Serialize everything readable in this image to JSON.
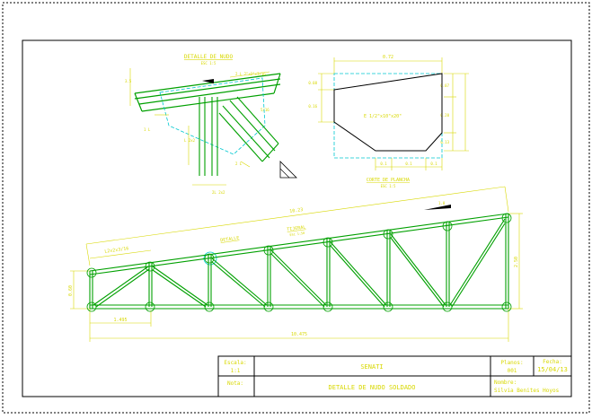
{
  "colors": {
    "background": "#ffffff",
    "paper_line": "#000000",
    "frame": "#000000",
    "member": "#00a000",
    "dimension": "#d8d800",
    "cyan": "#00c8d0",
    "annotation_text": "#d8d800"
  },
  "detail_nudo": {
    "title": "DETALLE DE NUDO",
    "scale": "ESC 1:5",
    "top_label": "2 L 2\"x2\"x3/16",
    "labels": [
      "3.5",
      "1 L",
      "L 2x2",
      "5/16",
      "2 L"
    ],
    "bottom_label": "2L 2x2"
  },
  "corte_plancha": {
    "title": "CORTE DE PLANCHA",
    "scale": "ESC 1:5",
    "plate_label": "E 1/2\"x10\"x20\"",
    "top_dim": "0.72",
    "left_dims": [
      "0.08",
      "0.16"
    ],
    "right_dims": [
      "0.07",
      "0.20",
      "0.13"
    ],
    "bottom_dims": [
      "0.1",
      "0.1",
      "0.1"
    ]
  },
  "truss": {
    "top_chord_length": "10.23",
    "top_chord_tag": "L2x2x3/16",
    "node_tag": "DETALLE",
    "mid_tag": "TIJERAL",
    "mid_tag_scale": "ESC 1:50",
    "span_dim": "10.475",
    "panel_dim": "1.495",
    "left_height": "0.60",
    "right_height": "2.50",
    "slope_note": "1.0"
  },
  "title_block": {
    "escala_label": "Escala:",
    "escala_value": "1:1",
    "project": "SENATI",
    "planos_label": "Planos:",
    "planos_value": "001",
    "fecha_label": "Fecha:",
    "fecha_value": "15/04/13",
    "nota_label": "Nota:",
    "drawing_title": "DETALLE DE NUDO SOLDADO",
    "nombre_label": "Nombre:",
    "nombre_value": "Silvia Benites Hoyos"
  }
}
